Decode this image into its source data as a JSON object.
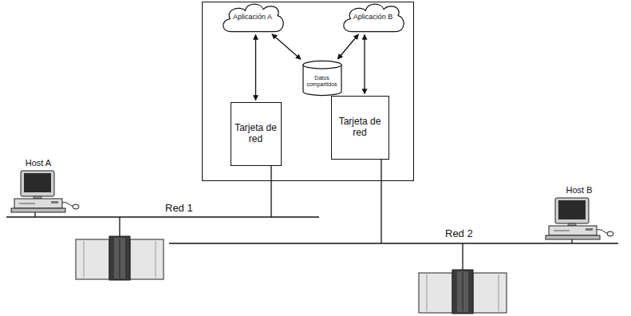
{
  "diagram": {
    "nodes": [
      {
        "text": []
      },
      {
        "text": [
          "Aplicación A"
        ],
        "in": 0
      },
      {
        "text": [
          "Aplicación B"
        ],
        "in": 0
      },
      {
        "text": [
          "Datos compartidos"
        ],
        "in": 0
      },
      {
        "text": [
          "Tarjeta de red"
        ],
        "in": 0
      },
      {
        "text": [
          "Tarjeta de red"
        ],
        "in": 0
      },
      {
        "text": [
          "Host A"
        ]
      },
      {
        "text": [
          "Host B"
        ]
      }
    ],
    "edges": [
      {
        "from": 1,
        "to": 4,
        "arrow": "both"
      },
      {
        "from": 1,
        "to": 3,
        "arrow": "both"
      },
      {
        "from": 2,
        "to": 3,
        "arrow": "both"
      },
      {
        "from": 2,
        "to": 5,
        "arrow": "both"
      }
    ],
    "labels": [
      "Red 1",
      "Red 2"
    ]
  }
}
